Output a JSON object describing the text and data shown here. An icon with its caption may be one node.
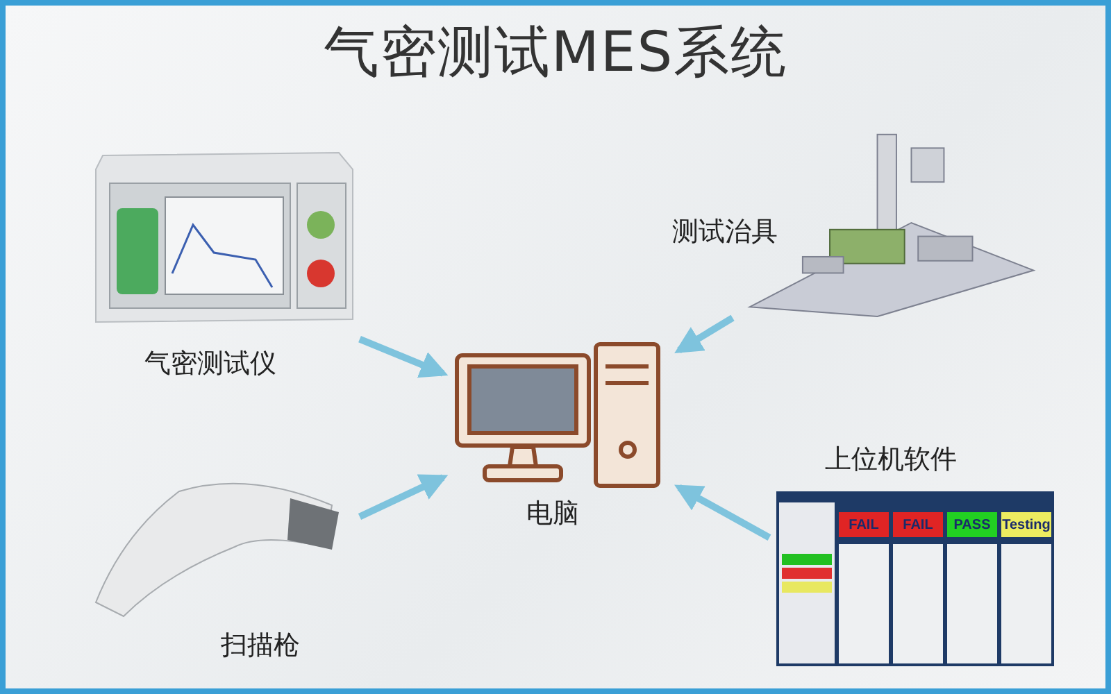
{
  "diagram": {
    "title": "气密测试MES系统",
    "nodes": [
      {
        "text": [
          "气密测试仪"
        ]
      },
      {
        "text": [
          "测试治具"
        ]
      },
      {
        "text": [
          "扫描枪"
        ]
      },
      {
        "text": [
          "上位机软件"
        ]
      },
      {
        "text": [
          "电脑"
        ]
      }
    ],
    "edges": [
      {
        "from": 0,
        "to": 4,
        "arrow": "to"
      },
      {
        "from": 1,
        "to": 4,
        "arrow": "to"
      },
      {
        "from": 2,
        "to": 4,
        "arrow": "to"
      },
      {
        "from": 3,
        "to": 4,
        "arrow": "to"
      }
    ],
    "labels": [
      "FAIL",
      "FAIL",
      "PASS",
      "Testing"
    ]
  }
}
